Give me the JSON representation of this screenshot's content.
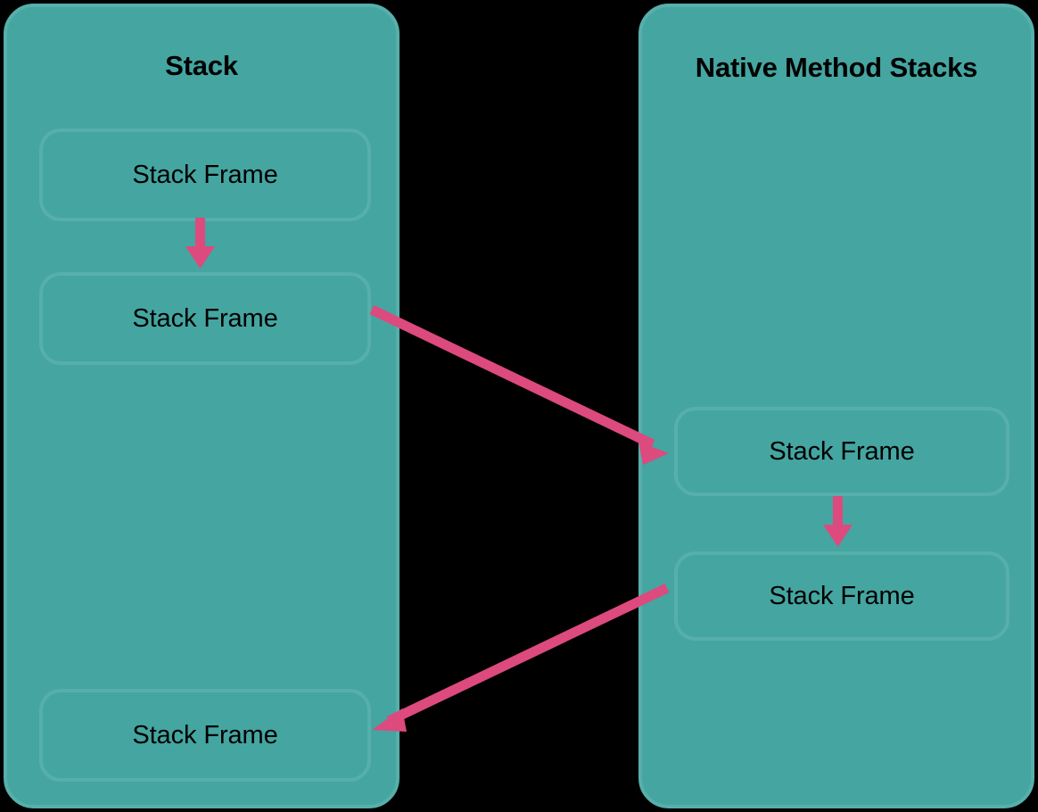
{
  "diagram": {
    "title_semantic": "jvm-stack-and-native-method-stacks",
    "background_color": "#000000",
    "panel_fill": "#45A5A1",
    "panel_border": "#57AFAB",
    "arrow_color": "#DC4A7E",
    "text_color": "#000000"
  },
  "panels": [
    {
      "id": "stack",
      "title": "Stack",
      "frames": [
        {
          "label": "Stack Frame"
        },
        {
          "label": "Stack Frame"
        },
        {
          "label": "Stack Frame"
        }
      ]
    },
    {
      "id": "native_method_stacks",
      "title": "Native Method Stacks",
      "frames": [
        {
          "label": "Stack Frame"
        },
        {
          "label": "Stack Frame"
        }
      ]
    }
  ],
  "arrows": [
    {
      "name": "stack-frame-1-to-2",
      "from": "stack.frame.1",
      "to": "stack.frame.2",
      "direction": "down",
      "color": "#DC4A7E"
    },
    {
      "name": "stack-frame-2-to-native-frame-1",
      "from": "stack.frame.2",
      "to": "native.frame.1",
      "direction": "right-down",
      "color": "#DC4A7E"
    },
    {
      "name": "native-frame-1-to-2",
      "from": "native.frame.1",
      "to": "native.frame.2",
      "direction": "down",
      "color": "#DC4A7E"
    },
    {
      "name": "native-frame-2-to-stack-frame-3",
      "from": "native.frame.2",
      "to": "stack.frame.3",
      "direction": "left-down",
      "color": "#DC4A7E"
    }
  ]
}
